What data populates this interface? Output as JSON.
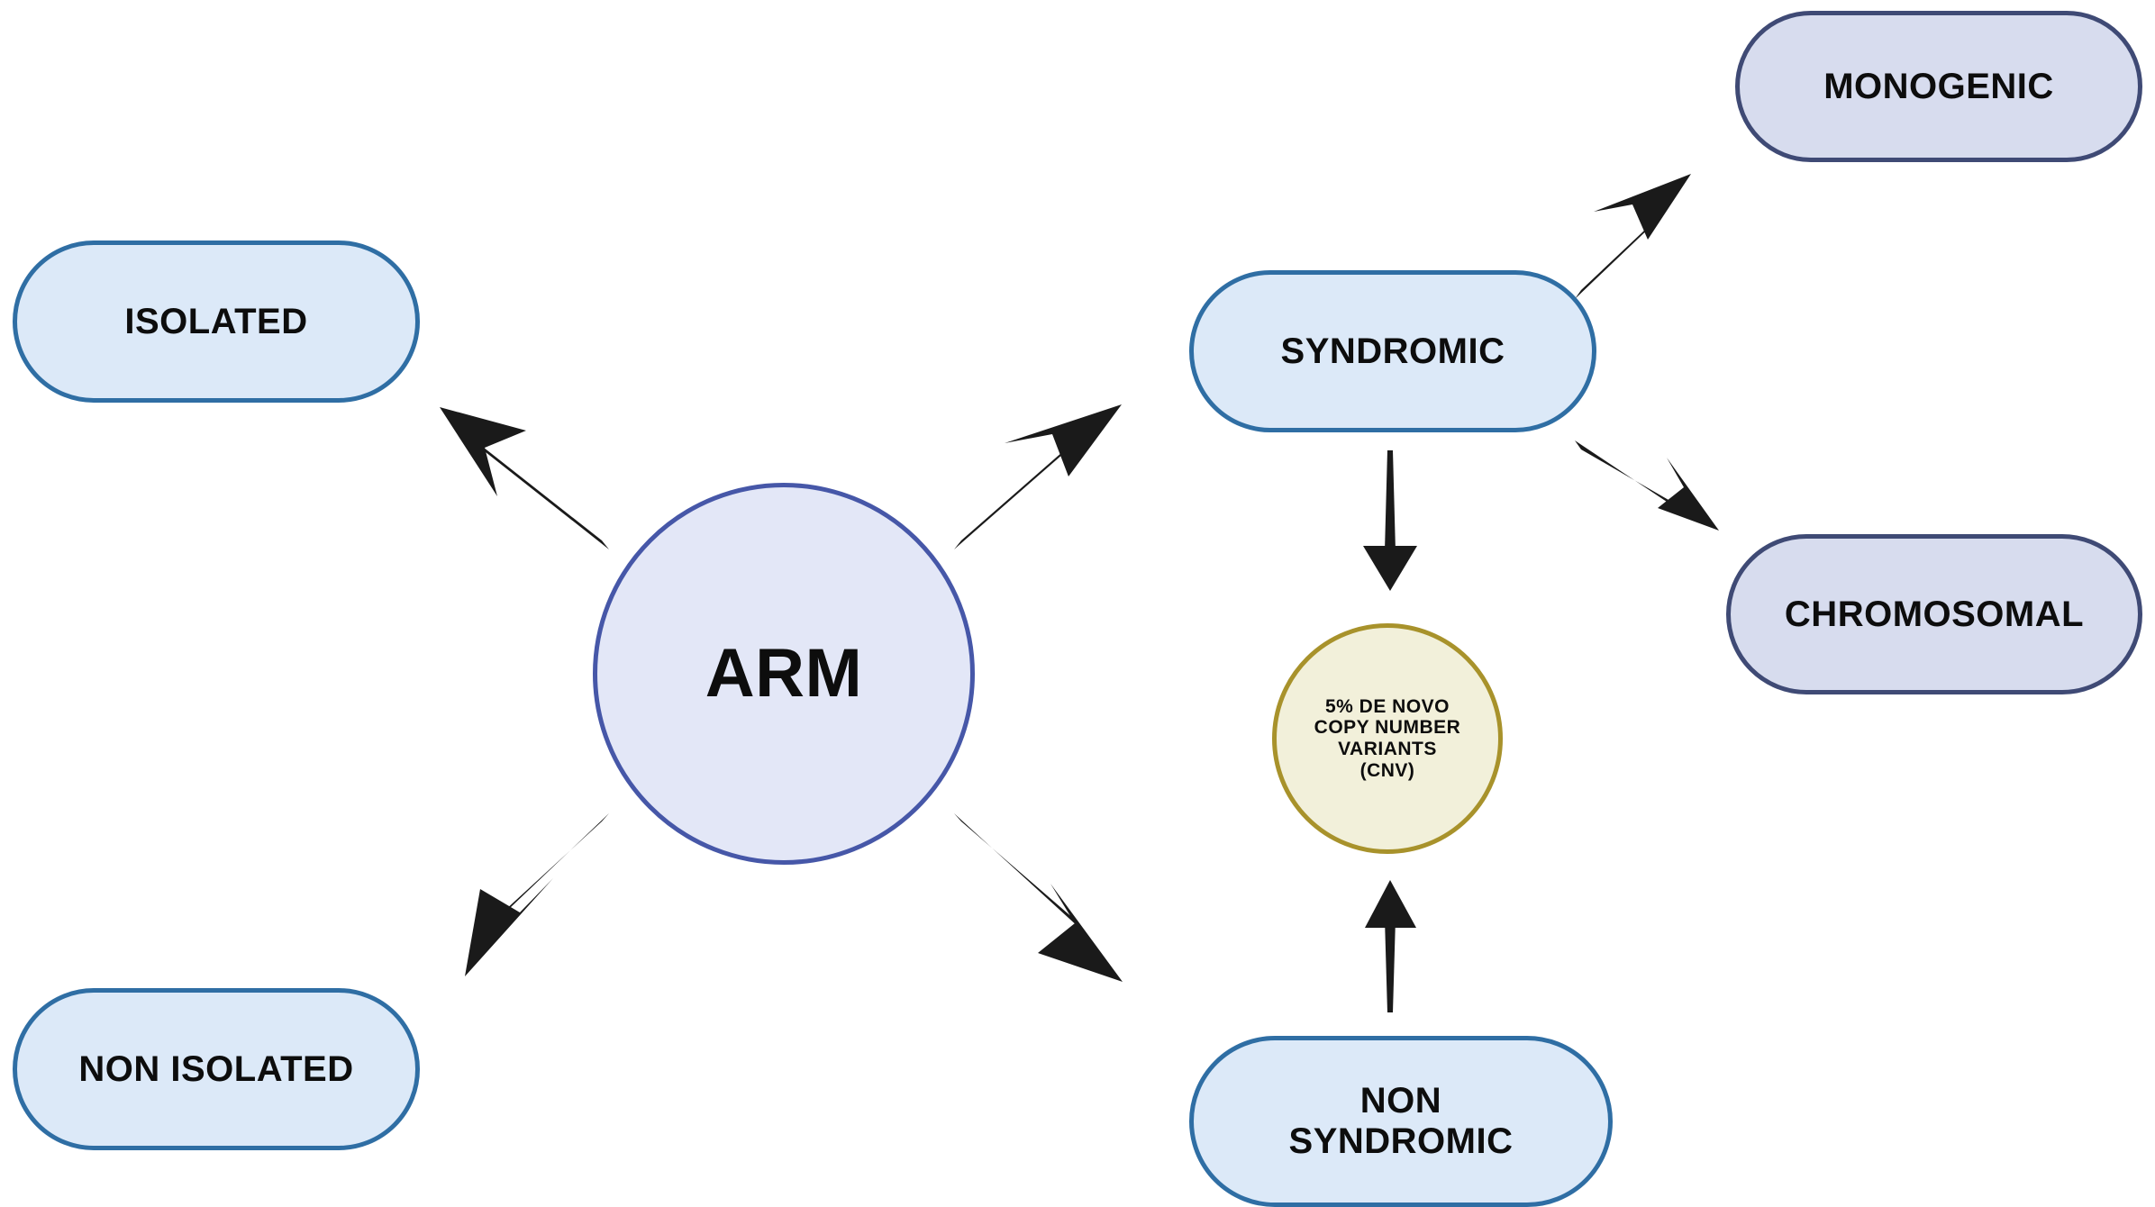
{
  "diagram": {
    "title": "ARM classification diagram",
    "colors": {
      "pill_blue_fill": "#dce9f8",
      "pill_blue_border": "#2f6ea4",
      "pill_lavender_fill": "#d7dcee",
      "pill_lavender_border": "#3f4a75",
      "arm_circle_fill": "#e3e7f7",
      "arm_circle_border": "#4657a8",
      "cnv_circle_fill": "#f2f0da",
      "cnv_circle_border": "#a8922b",
      "arrow": "#1a1a1a",
      "text": "#0d0d0d",
      "background": "#ffffff"
    },
    "nodes": {
      "root": {
        "label": "ARM"
      },
      "isolated": {
        "label": "ISOLATED"
      },
      "non_isolated": {
        "label": "NON ISOLATED"
      },
      "syndromic": {
        "label": "SYNDROMIC"
      },
      "non_syndromic": {
        "label": "NON SYNDROMIC",
        "line1": "NON",
        "line2": "SYNDROMIC"
      },
      "monogenic": {
        "label": "MONOGENIC"
      },
      "chromosomal": {
        "label": "CHROMOSOMAL"
      },
      "cnv": {
        "label": "5% DE NOVO COPY NUMBER VARIANTS (CNV)",
        "line1": "5% DE NOVO",
        "line2": "COPY NUMBER",
        "line3": "VARIANTS",
        "line4": "(CNV)"
      }
    },
    "edges": [
      {
        "from": "ARM",
        "to": "ISOLATED"
      },
      {
        "from": "ARM",
        "to": "NON ISOLATED"
      },
      {
        "from": "ARM",
        "to": "SYNDROMIC"
      },
      {
        "from": "ARM",
        "to": "NON SYNDROMIC"
      },
      {
        "from": "SYNDROMIC",
        "to": "MONOGENIC"
      },
      {
        "from": "SYNDROMIC",
        "to": "CHROMOSOMAL"
      },
      {
        "from": "SYNDROMIC",
        "to": "5% DE NOVO COPY NUMBER VARIANTS (CNV)"
      },
      {
        "from": "NON SYNDROMIC",
        "to": "5% DE NOVO COPY NUMBER VARIANTS (CNV)"
      }
    ]
  }
}
